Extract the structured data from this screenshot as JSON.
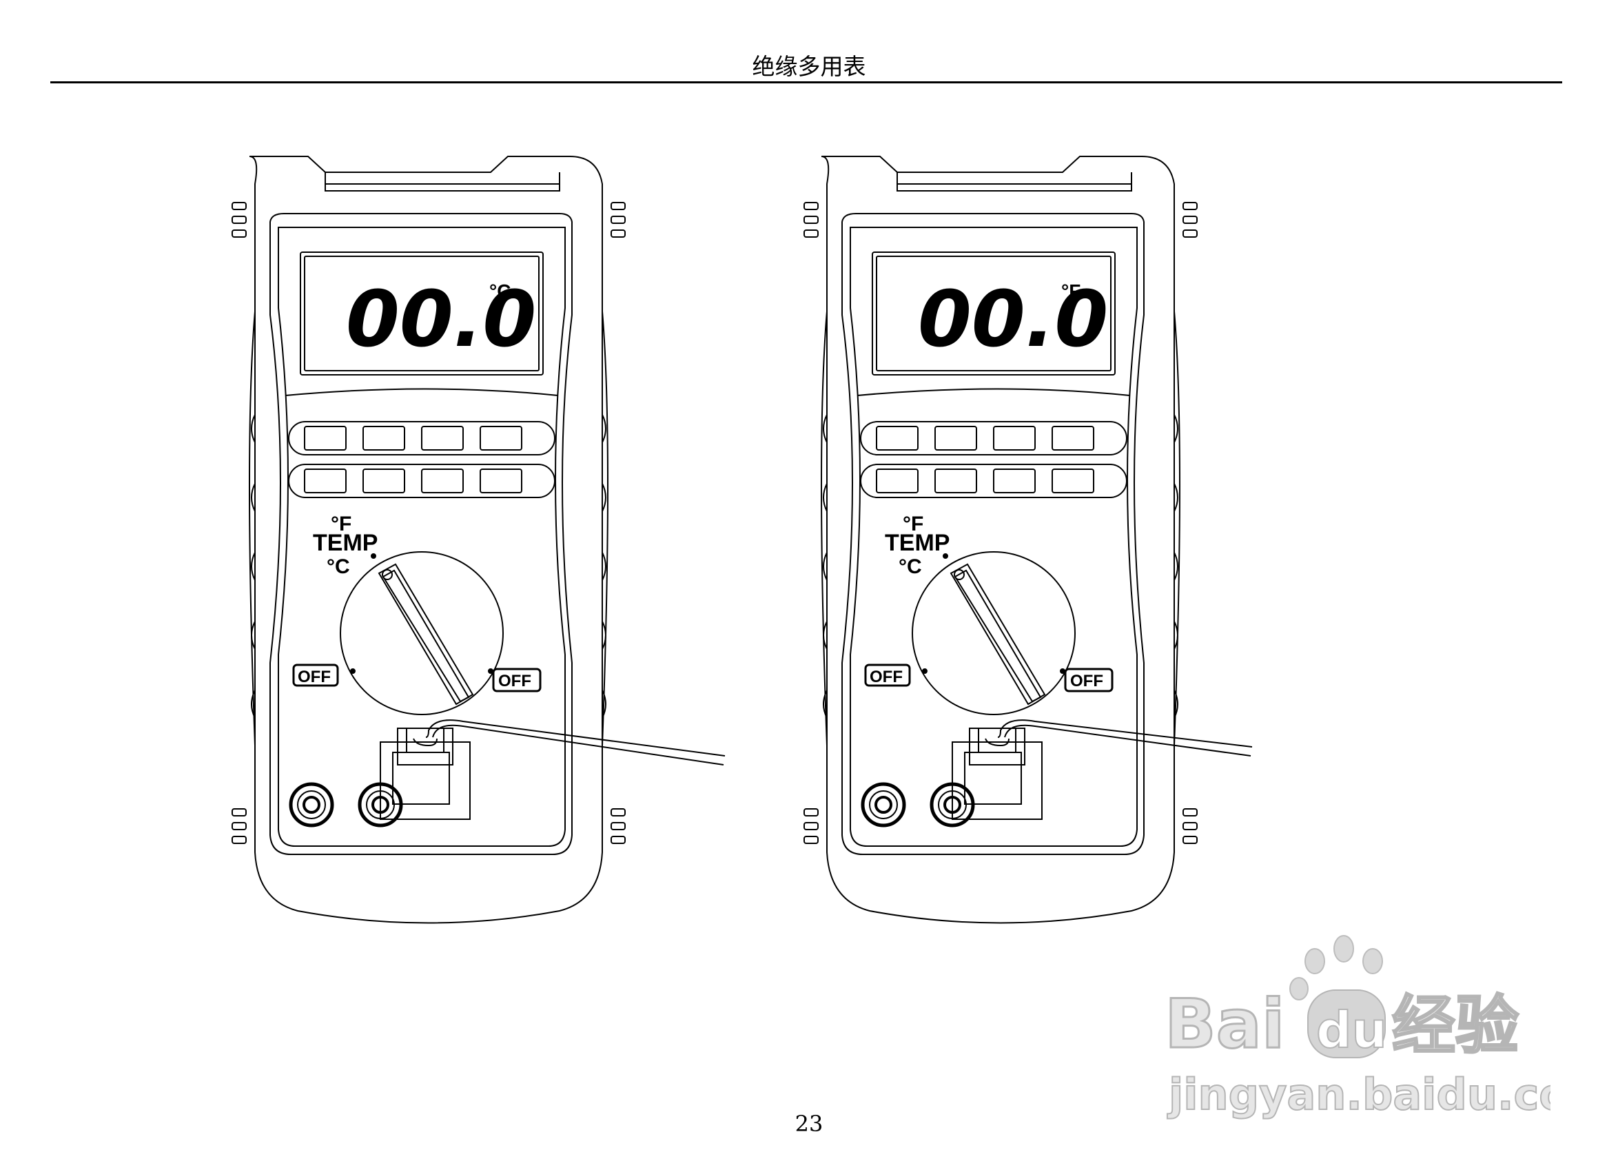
{
  "header": {
    "title": "绝缘多用表"
  },
  "page": {
    "number": "23"
  },
  "meters": [
    {
      "display": {
        "value": "00.0",
        "unit": "°C"
      },
      "dial": {
        "label_f": "°F",
        "label_temp": "TEMP",
        "label_c": "°C",
        "off_left": "OFF",
        "off_right": "OFF"
      }
    },
    {
      "display": {
        "value": "00.0",
        "unit": "°F"
      },
      "dial": {
        "label_f": "°F",
        "label_temp": "TEMP",
        "label_c": "°C",
        "off_left": "OFF",
        "off_right": "OFF"
      }
    }
  ],
  "watermark": {
    "brand": "Bai",
    "brand_du": "du",
    "brand_cn": "经验",
    "url": "jingyan.baidu.com"
  }
}
